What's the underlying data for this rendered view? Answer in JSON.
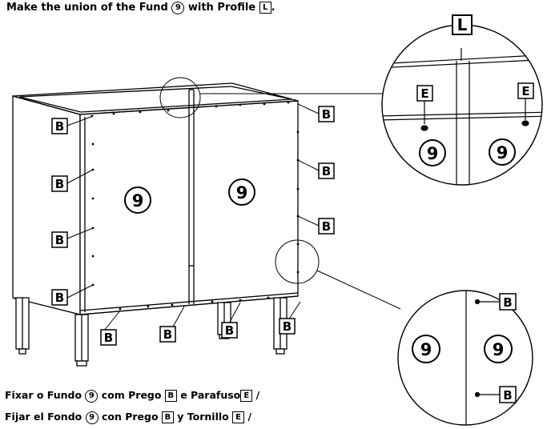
{
  "title": {
    "prefix": "Make the union of the Fund",
    "part_number": "9",
    "middle": "with Profile",
    "profile_letter": "L",
    "suffix": "."
  },
  "captions": [
    {
      "lead": "Fixar o Fundo",
      "part": "9",
      "mid": "com Prego",
      "nail": "B",
      "and": "e Parafuso",
      "screw": "E",
      "tail": " /"
    },
    {
      "lead": "Fijar el Fondo",
      "part": "9",
      "mid": "con Prego",
      "nail": "B",
      "and": "y Tornillo",
      "screw": "E",
      "tail": " /"
    }
  ],
  "labels": {
    "nail": "B",
    "screw": "E",
    "profile": "L",
    "fund": "9"
  },
  "colors": {
    "ink": "#000000",
    "background": "#ffffff"
  }
}
